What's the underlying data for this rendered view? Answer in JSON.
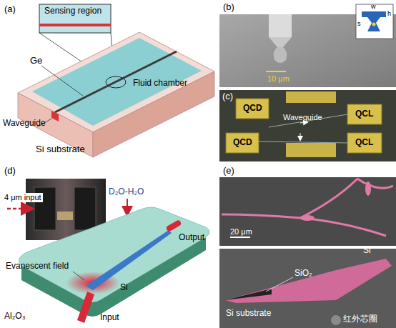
{
  "diagram": {
    "labels": [
      "(a)",
      "Sensing region",
      "Ge",
      "Fluid chamber",
      "Waveguide",
      "Si substrate",
      "(b)",
      "w",
      "h",
      "s",
      "10 μm",
      "(c)",
      "QCD",
      "QCD",
      "QCL",
      "QCL",
      "Waveguide",
      "(d)",
      "4 μm input",
      "D₂O-H₂O",
      "Output",
      "Evanescent field",
      "Si",
      "Al₂O₃",
      "Input",
      "(e)",
      "20 μm",
      "SiO₂",
      "Si",
      "Si substrate",
      "红外芯圈"
    ]
  }
}
